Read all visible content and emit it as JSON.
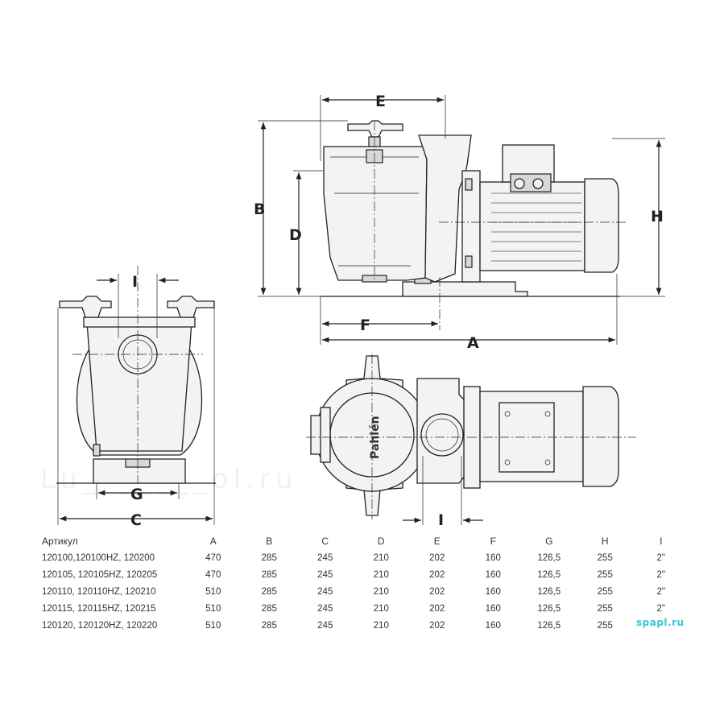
{
  "dimension_labels": {
    "A": "A",
    "B": "B",
    "C": "C",
    "D": "D",
    "E": "E",
    "F": "F",
    "G": "G",
    "H": "H",
    "I_front": "I",
    "I_top": "I"
  },
  "brand_text": "Pahlén",
  "watermark": "Lu_______ol.ru",
  "site_mark": "spapl.ru",
  "table": {
    "header": [
      "Артикул",
      "A",
      "B",
      "C",
      "D",
      "E",
      "F",
      "G",
      "H",
      "I"
    ],
    "rows": [
      [
        "120100,120100HZ, 120200",
        "470",
        "285",
        "245",
        "210",
        "202",
        "160",
        "126,5",
        "255",
        "2\""
      ],
      [
        "120105, 120105HZ, 120205",
        "470",
        "285",
        "245",
        "210",
        "202",
        "160",
        "126,5",
        "255",
        "2\""
      ],
      [
        "120110, 120110HZ, 120210",
        "510",
        "285",
        "245",
        "210",
        "202",
        "160",
        "126,5",
        "255",
        "2\""
      ],
      [
        "120115, 120115HZ, 120215",
        "510",
        "285",
        "245",
        "210",
        "202",
        "160",
        "126,5",
        "255",
        "2\""
      ],
      [
        "120120, 120120HZ, 120220",
        "510",
        "285",
        "245",
        "210",
        "202",
        "160",
        "126,5",
        "255",
        ""
      ]
    ]
  },
  "colors": {
    "line": "#222222",
    "site_mark": "#36c7d7"
  }
}
